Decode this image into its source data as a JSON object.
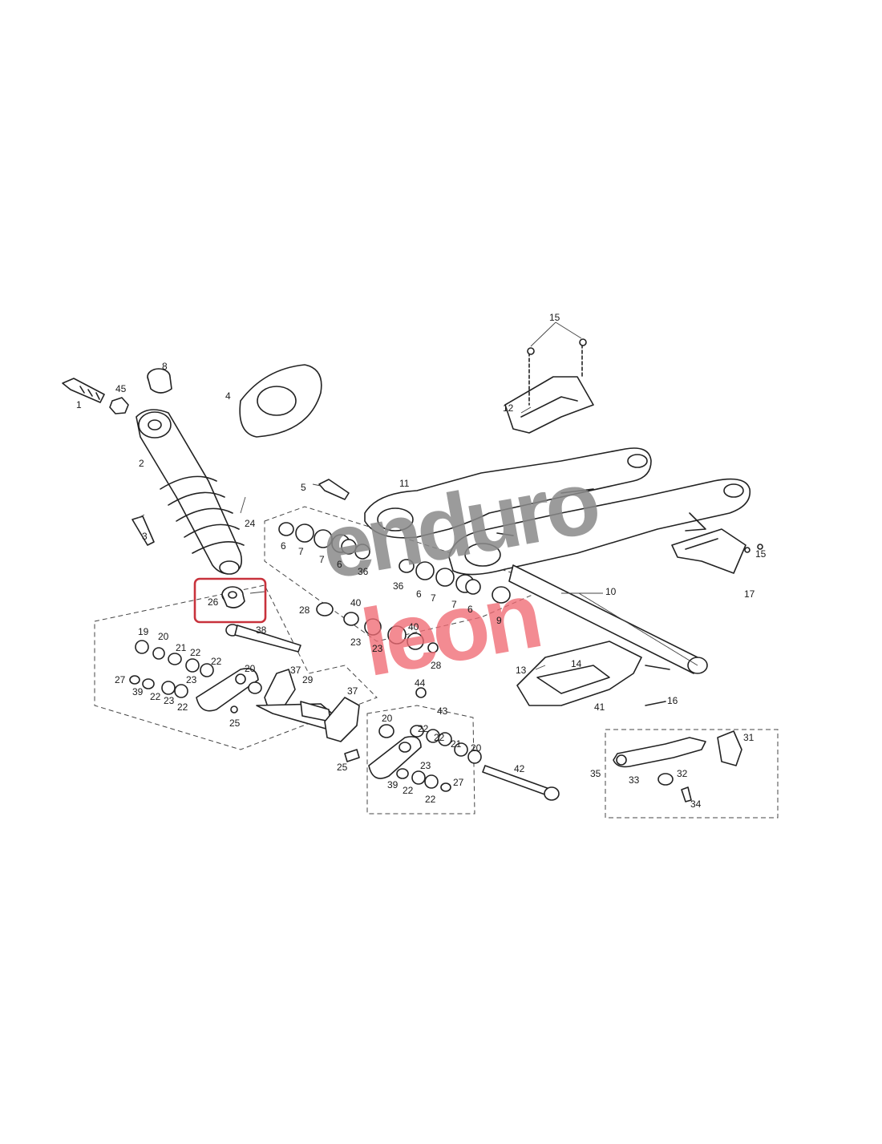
{
  "watermark": {
    "line1": "enduro",
    "line2": "leon",
    "color_gray": "#8a8a8a",
    "color_red": "#f06b74"
  },
  "highlight": {
    "part": "26",
    "color": "#c8323c"
  },
  "labels": {
    "p1": "1",
    "p2": "2",
    "p3": "3",
    "p4": "4",
    "p5": "5",
    "p6a": "6",
    "p6b": "6",
    "p6c": "6",
    "p6d": "6",
    "p7a": "7",
    "p7b": "7",
    "p7c": "7",
    "p7d": "7",
    "p8": "8",
    "p9": "9",
    "p10": "10",
    "p11": "11",
    "p12": "12",
    "p13": "13",
    "p14": "14",
    "p15a": "15",
    "p15b": "15",
    "p16": "16",
    "p17": "17",
    "p19": "19",
    "p20a": "20",
    "p20b": "20",
    "p20c": "20",
    "p20d": "20",
    "p21a": "21",
    "p21b": "21",
    "p22a": "22",
    "p22b": "22",
    "p22c": "22",
    "p22d": "22",
    "p22e": "22",
    "p22f": "22",
    "p22g": "22",
    "p22h": "22",
    "p23a": "23",
    "p23b": "23",
    "p23c": "23",
    "p23d": "23",
    "p23e": "23",
    "p24": "24",
    "p25a": "25",
    "p25b": "25",
    "p26": "26",
    "p27a": "27",
    "p27b": "27",
    "p28a": "28",
    "p28b": "28",
    "p29": "29",
    "p31": "31",
    "p32": "32",
    "p33": "33",
    "p34": "34",
    "p35": "35",
    "p36a": "36",
    "p36b": "36",
    "p37a": "37",
    "p37b": "37",
    "p38": "38",
    "p39a": "39",
    "p39b": "39",
    "p40a": "40",
    "p40b": "40",
    "p41": "41",
    "p42": "42",
    "p43": "43",
    "p44": "44",
    "p45": "45"
  }
}
